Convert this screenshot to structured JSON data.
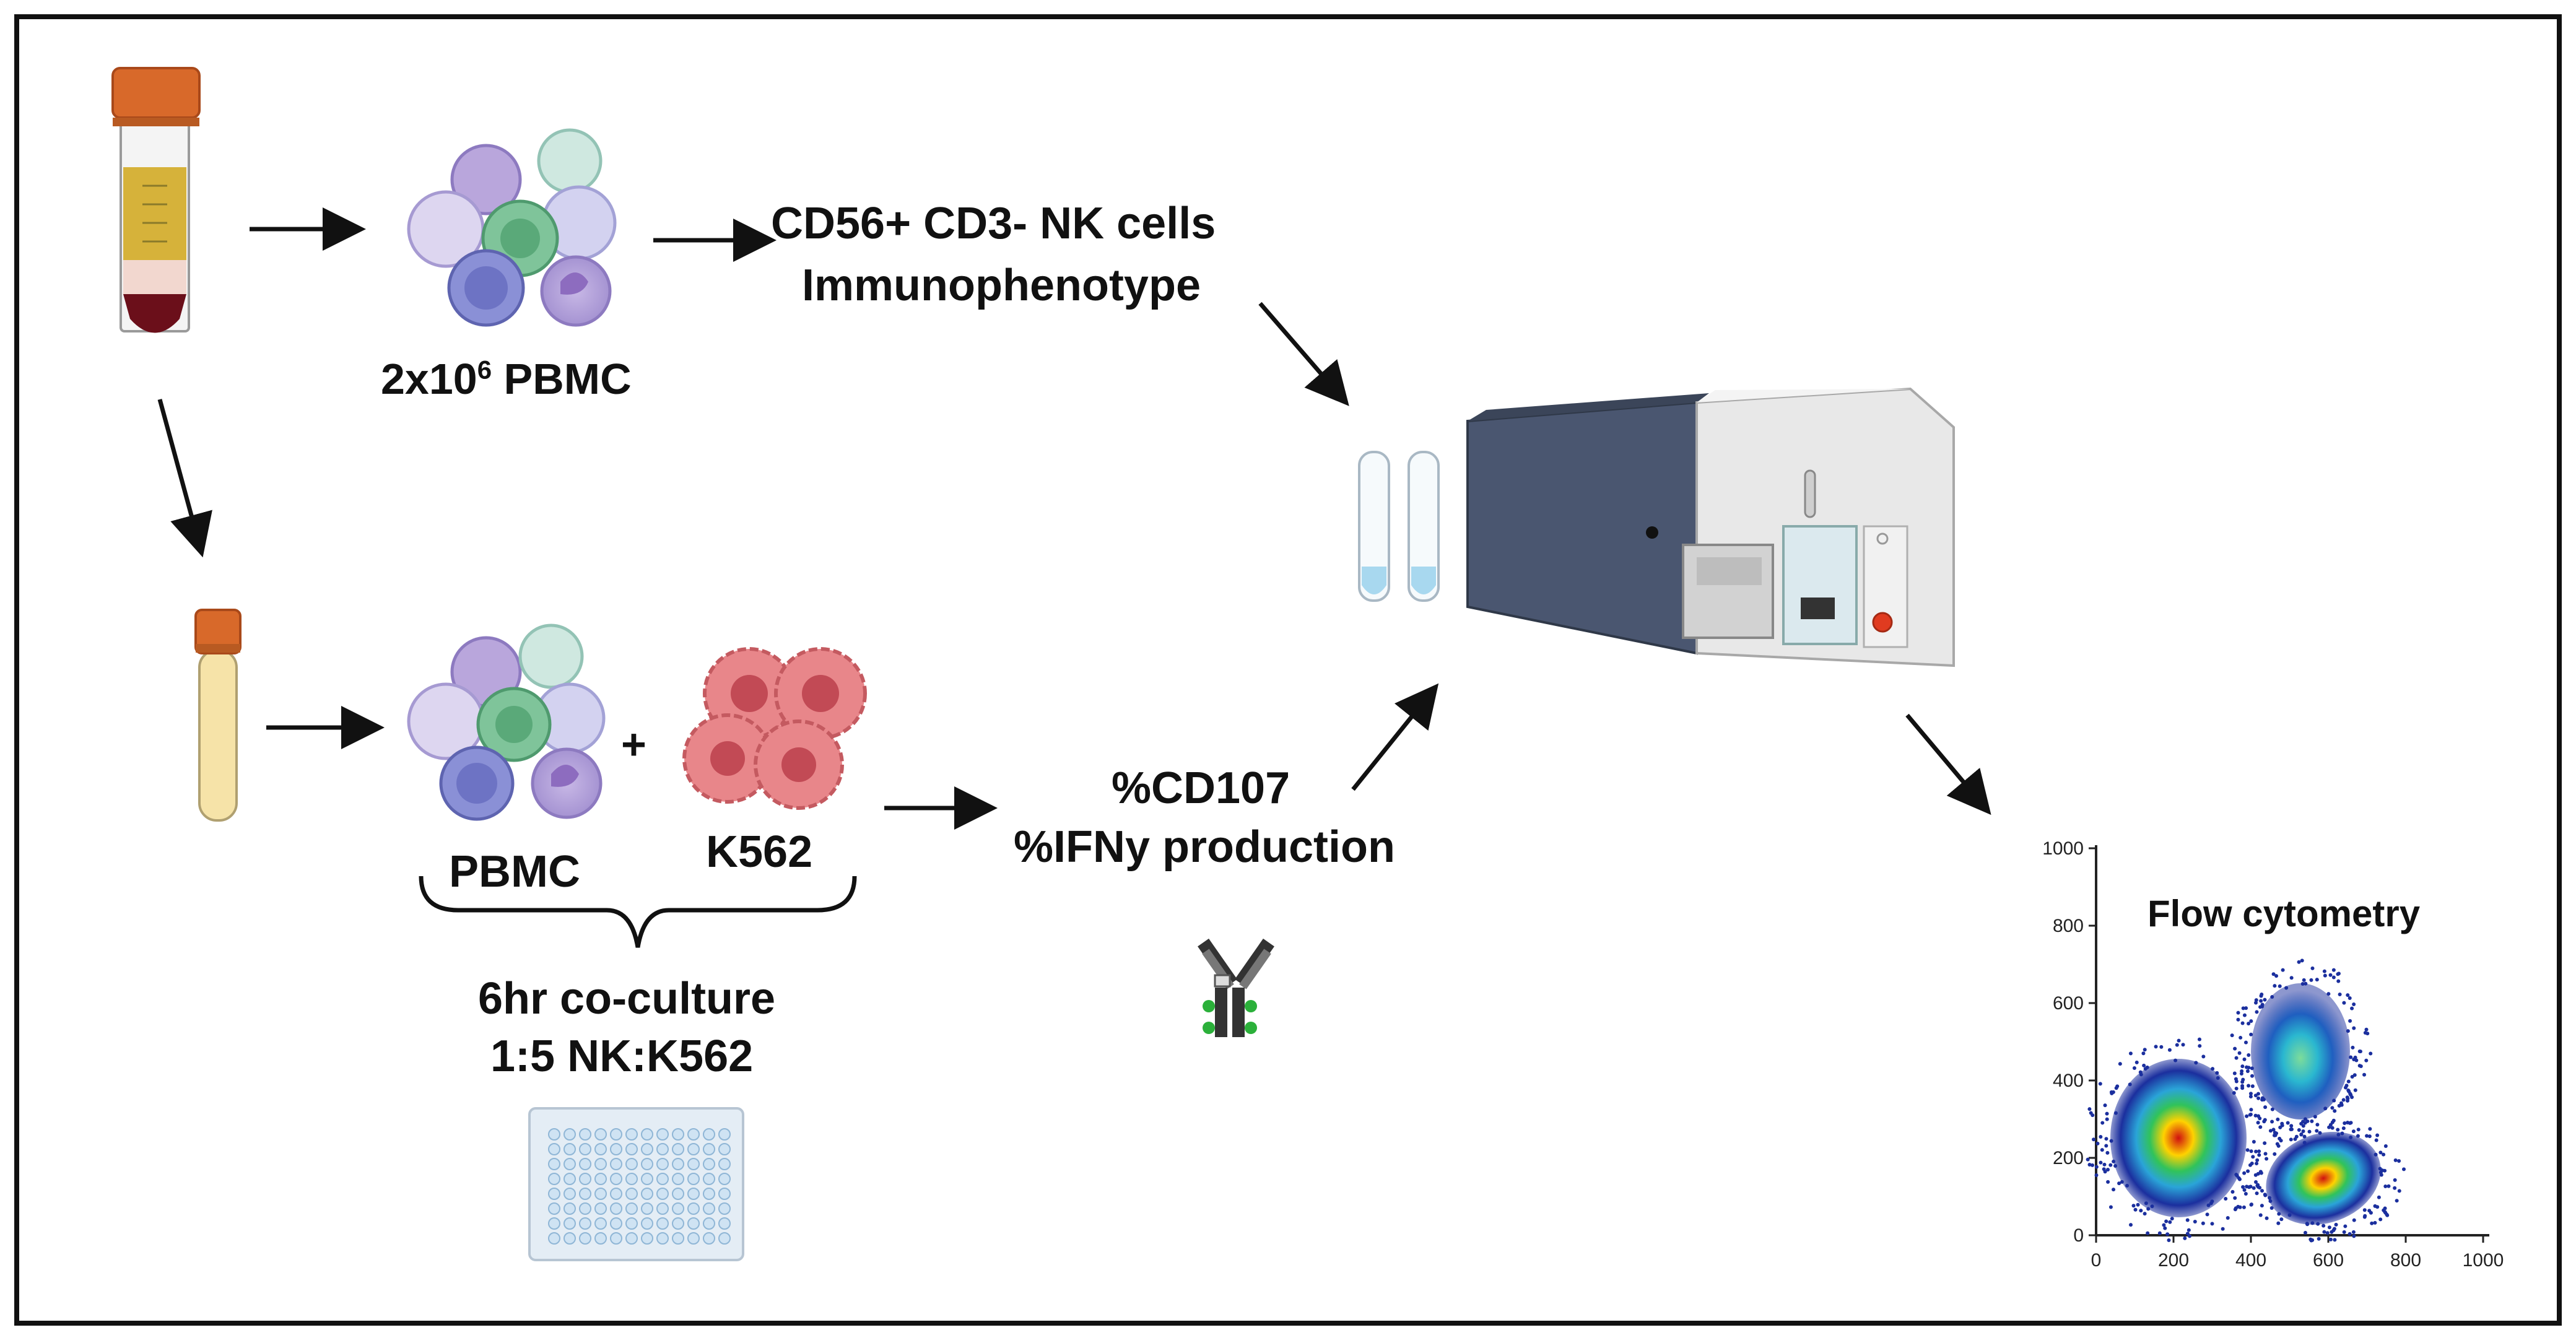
{
  "labels": {
    "pbmc_count_prefix": "2x10",
    "pbmc_count_exp": "6",
    "pbmc_count_suffix": " PBMC",
    "nk_line1": "CD56+ CD3- NK cells",
    "nk_line2": "Immunophenotype",
    "pbmc": "PBMC",
    "plus": "+",
    "k562": "K562",
    "coculture_line1": "6hr co-culture",
    "coculture_line2": "1:5 NK:K562",
    "cd107": "%CD107",
    "ifn": "%IFNy production",
    "flow_title": "Flow cytometry"
  },
  "flow_axes": {
    "x_ticks": [
      "0",
      "200",
      "400",
      "600",
      "800",
      "1000"
    ],
    "y_ticks": [
      "0",
      "200",
      "400",
      "600",
      "800",
      "1000"
    ]
  },
  "colors": {
    "border": "#111111",
    "arrow": "#111111",
    "tube_cap": "#d8692a",
    "plasma": "#d6b23a",
    "blood": "#6b0f1a",
    "cell_purple": "#b9a6dc",
    "cell_green": "#7fc49a",
    "cell_blue": "#8a90d6",
    "k562": "#e8868a",
    "cytometer_body": "#4a5670",
    "cytometer_panel": "#e8e8e8"
  }
}
